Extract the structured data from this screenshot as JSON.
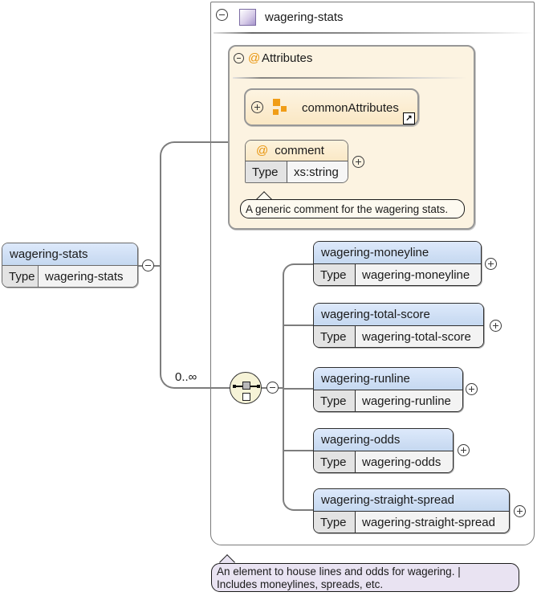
{
  "colors": {
    "element_header_blue": "#cfe0f5",
    "attribute_cream": "#fcf3e1",
    "attribute_box_cream": "#fbeccd",
    "doc_lavender": "#e9e3f2",
    "comment_doc_cream": "#fdfaf0",
    "orange_accent": "#e8940c",
    "purple_element_icon": "#b2a1d3",
    "connector_gray": "#7d7d7d"
  },
  "icons": {
    "element_icon": "purple-gradient-square",
    "attribute_group_icon": "orange-squares",
    "choice_icon": "compositor-circle",
    "link_arrow": "↗"
  },
  "root_section": {
    "title": "wagering-stats"
  },
  "attributes_section": {
    "at": "@",
    "title": "Attributes",
    "common_attributes": {
      "label": "commonAttributes"
    },
    "comment": {
      "at": "@",
      "name": "comment",
      "type_label": "Type",
      "type_value": "xs:string",
      "documentation": "A generic comment for the wagering stats."
    }
  },
  "source_element": {
    "name": "wagering-stats",
    "type_label": "Type",
    "type_value": "wagering-stats"
  },
  "occurrence": "0..∞",
  "child_elements": [
    {
      "name": "wagering-moneyline",
      "type_label": "Type",
      "type_value": "wagering-moneyline"
    },
    {
      "name": "wagering-total-score",
      "type_label": "Type",
      "type_value": "wagering-total-score"
    },
    {
      "name": "wagering-runline",
      "type_label": "Type",
      "type_value": "wagering-runline"
    },
    {
      "name": "wagering-odds",
      "type_label": "Type",
      "type_value": "wagering-odds"
    },
    {
      "name": "wagering-straight-spread",
      "type_label": "Type",
      "type_value": "wagering-straight-spread"
    }
  ],
  "documentation": {
    "line1": "An element to house lines and odds for wagering. |",
    "line2": "Includes moneylines, spreads, etc."
  }
}
